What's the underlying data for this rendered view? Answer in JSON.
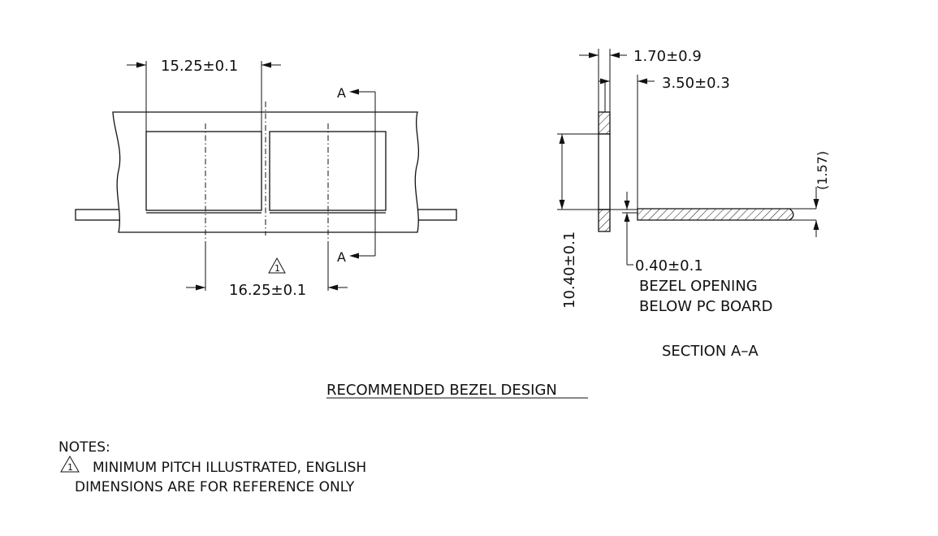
{
  "front_view": {
    "dim_pitch_top": "15.25±0.1",
    "dim_pitch_bottom": "16.25±0.1",
    "section_mark_top": "A",
    "section_mark_bottom": "A",
    "note_ref_symbol": "1"
  },
  "section_view": {
    "dim_bezel_thickness": "1.70±0.9",
    "dim_bezel_to_board": "3.50±0.3",
    "dim_board_thickness": "(1.57)",
    "dim_opening_height": "10.40±0.1",
    "dim_opening_offset": "0.40±0.1",
    "opening_note_line1": "BEZEL OPENING",
    "opening_note_line2": "BELOW PC BOARD",
    "section_title": "SECTION A–A"
  },
  "drawing_title": "RECOMMENDED BEZEL DESIGN",
  "notes": {
    "heading": "NOTES:",
    "item_symbol": "1",
    "item_line1": "MINIMUM PITCH ILLUSTRATED, ENGLISH",
    "item_line2": "DIMENSIONS ARE FOR REFERENCE ONLY"
  },
  "colors": {
    "ink": "#111111",
    "background": "#ffffff"
  }
}
